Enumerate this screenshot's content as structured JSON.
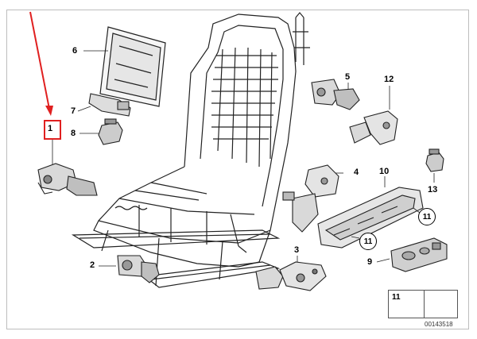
{
  "diagram": {
    "labels": {
      "l1": "1",
      "l2": "2",
      "l3": "3",
      "l4": "4",
      "l5": "5",
      "l6": "6",
      "l7": "7",
      "l8": "8",
      "l9": "9",
      "l10": "10",
      "l11a": "11",
      "l11b": "11",
      "l12": "12",
      "l13": "13"
    },
    "reference_box": {
      "part_number": "11"
    },
    "document_id": "00143518",
    "colors": {
      "highlight": "#e02020",
      "arrow": "#e02020",
      "line": "#222222"
    }
  }
}
